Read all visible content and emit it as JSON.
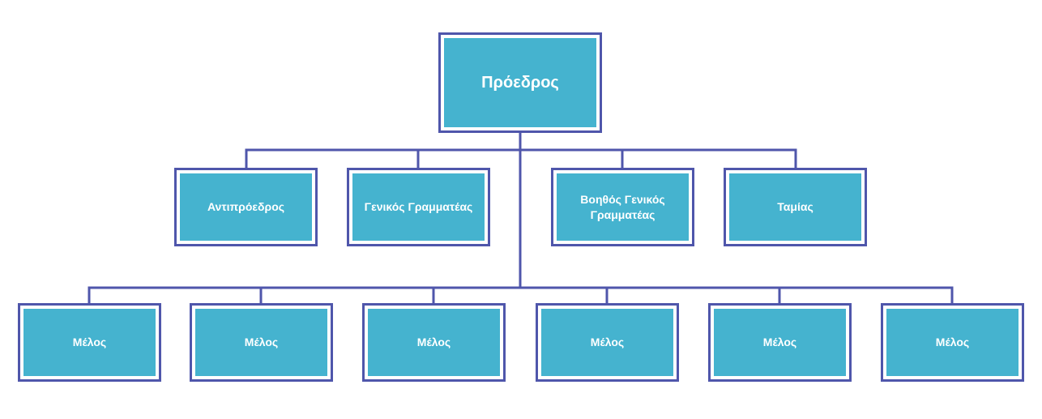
{
  "org_chart": {
    "root": {
      "label": "Πρόεδρος"
    },
    "officers": [
      {
        "label": "Αντιπρόεδρος"
      },
      {
        "label": "Γενικός Γραμματέας"
      },
      {
        "label": "Βοηθός Γενικός Γραμματέας"
      },
      {
        "label": "Ταμίας"
      }
    ],
    "members": [
      {
        "label": "Μέλος"
      },
      {
        "label": "Μέλος"
      },
      {
        "label": "Μέλος"
      },
      {
        "label": "Μέλος"
      },
      {
        "label": "Μέλος"
      },
      {
        "label": "Μέλος"
      }
    ]
  },
  "colors": {
    "box_fill": "#45b3cf",
    "border": "#4f56ab",
    "text": "#ffffff"
  }
}
